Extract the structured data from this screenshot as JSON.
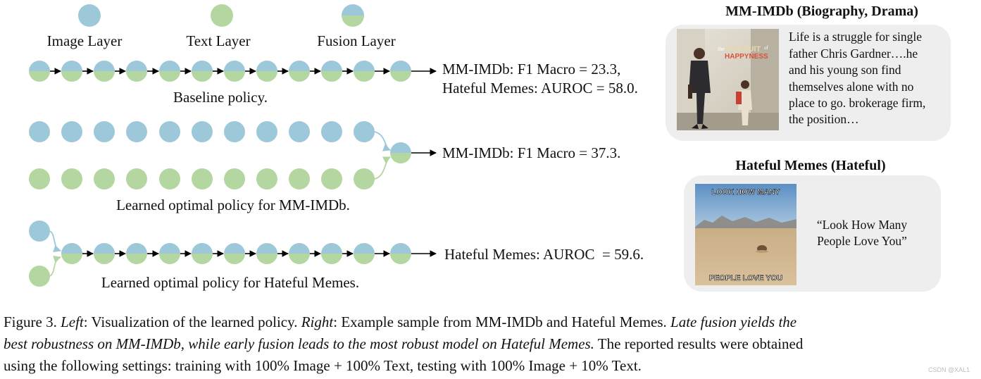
{
  "colors": {
    "image_layer": "#9dc8da",
    "text_layer": "#b4d6a0",
    "arrow": "#000000",
    "card_bg": "#eeeeee"
  },
  "legend": {
    "image": "Image Layer",
    "text": "Text Layer",
    "fusion": "Fusion Layer"
  },
  "rows": {
    "baseline": {
      "label": "Baseline policy.",
      "result_line1": "MM-IMDb: F1 Macro = 23.3,",
      "result_line2": "Hateful Memes: AUROC = 58.0."
    },
    "mmimdb": {
      "label": "Learned optimal policy for MM-IMDb.",
      "result": "MM-IMDb: F1 Macro = 37.3."
    },
    "hateful": {
      "label": "Learned optimal policy for Hateful Memes.",
      "result": "Hateful Memes: AUROC  = 59.6."
    }
  },
  "cards": {
    "mmimdb": {
      "title": "MM-IMDb (Biography, Drama)",
      "poster_text": [
        "the",
        "PURSUIT",
        "of",
        "HAPPYNESS"
      ],
      "plot_lines": [
        "Life is a struggle for single",
        "father Chris Gardner….he",
        "and his young son find",
        "themselves alone with no",
        "place to go. brokerage firm,",
        "the position…"
      ]
    },
    "hateful": {
      "title": "Hateful Memes (Hateful)",
      "meme_text_top": "LOOK HOW MANY",
      "meme_text_bottom": "PEOPLE LOVE YOU",
      "quote_lines": [
        "“Look How Many",
        "People Love You”"
      ]
    }
  },
  "caption": {
    "line1": {
      "p1": "Figure 3. ",
      "p2": "Left",
      "p3": ": Visualization of the learned policy. ",
      "p4": "Right",
      "p5": ": Example sample from MM-IMDb and Hateful Memes. ",
      "p6": "Late fusion yields the"
    },
    "line2": {
      "p1": "best robustness on MM-IMDb, while early fusion leads to the most robust model on Hateful Memes.",
      "p2": " The reported results were obtained"
    },
    "line3": "using the following settings: training with 100% Image + 100% Text, testing with 100% Image + 10% Text."
  },
  "watermark": "CSDN @XAL1"
}
